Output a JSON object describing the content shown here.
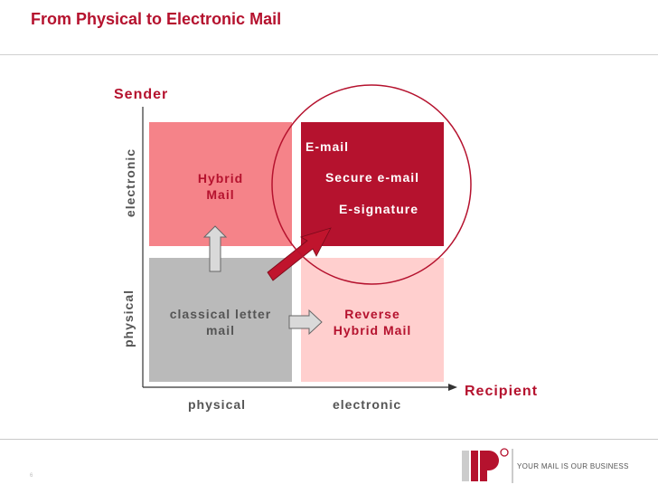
{
  "title": "From Physical to Electronic Mail",
  "axes": {
    "y_title": "Sender",
    "x_title": "Recipient",
    "y_ticks": {
      "top": "electronic",
      "bottom": "physical"
    },
    "x_ticks": {
      "left": "physical",
      "right": "electronic"
    }
  },
  "quadrants": {
    "top_left": {
      "label_line1": "Hybrid",
      "label_line2": "Mail",
      "color": "#f58389"
    },
    "top_right": {
      "items": [
        "E-mail",
        "Secure e-mail",
        "E-signature"
      ],
      "color": "#b5122e"
    },
    "bottom_left": {
      "label_line1": "classical letter",
      "label_line2": "mail",
      "color": "#bababa"
    },
    "bottom_right": {
      "label_line1": "Reverse",
      "label_line2": "Hybrid Mail",
      "color": "#ffcfce"
    }
  },
  "colors": {
    "accent": "#b5122e",
    "arrow_fill": "#d9d9d9",
    "diag_arrow": "#c0142d"
  },
  "footer": {
    "slogan": "YOUR MAIL IS OUR BUSINESS",
    "page": "6"
  }
}
